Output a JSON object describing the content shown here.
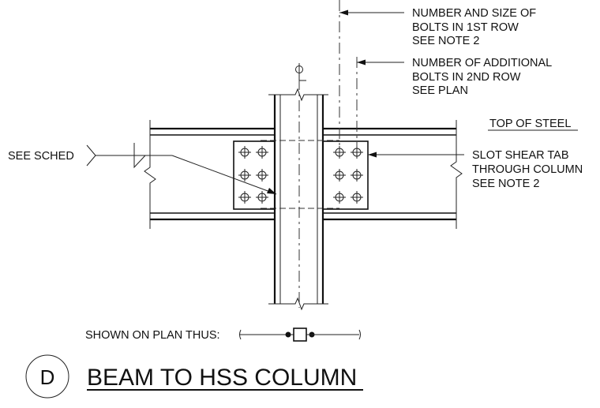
{
  "callouts": {
    "bolts_first_row": [
      "NUMBER AND SIZE OF",
      "BOLTS IN 1ST ROW",
      "SEE NOTE 2"
    ],
    "bolts_second_row": [
      "NUMBER OF ADDITIONAL",
      "BOLTS IN 2ND ROW",
      "SEE PLAN"
    ],
    "top_of_steel": "TOP OF STEEL",
    "see_sched": "SEE SCHED",
    "shear_tab": [
      "SLOT SHEAR TAB",
      "THROUGH COLUMN",
      "SEE NOTE 2"
    ],
    "centerline_symbol": "CL",
    "plan_legend": "SHOWN ON PLAN THUS:"
  },
  "title_block": {
    "detail_letter": "D",
    "title": "BEAM TO HSS COLUMN"
  }
}
